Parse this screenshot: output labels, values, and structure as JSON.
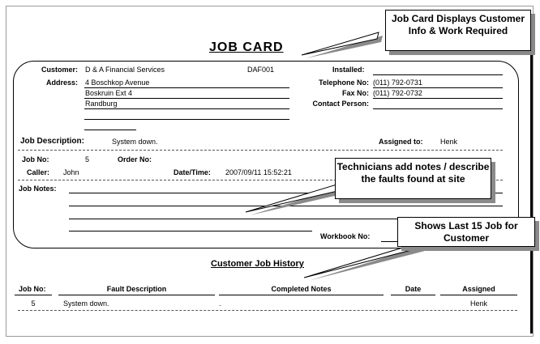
{
  "card": {
    "title": "JOB CARD",
    "customer_label": "Customer:",
    "customer": "D & A Financial Services",
    "code": "DAF001",
    "installed_label": "Installed:",
    "address_label": "Address:",
    "address_1": "4 Boschkop Avenue",
    "address_2": "Boskruin Ext 4",
    "address_3": "Randburg",
    "telephone_label": "Telephone No:",
    "telephone": "(011) 792-0731",
    "fax_label": "Fax No:",
    "fax": "(011) 792-0732",
    "contact_label": "Contact Person:",
    "job_description_label": "Job Description:",
    "job_description": "System down.",
    "assigned_label": "Assigned to:",
    "assigned": "Henk",
    "job_no_label": "Job No:",
    "job_no": "5",
    "order_no_label": "Order No:",
    "caller_label": "Caller:",
    "caller": "John",
    "datetime_label": "Date/Time:",
    "datetime": "2007/09/11 15:52:21",
    "job_notes_label": "Job Notes:",
    "workbook_label": "Workbook No:"
  },
  "history": {
    "title": "Customer Job History",
    "columns": [
      "Job No:",
      "Fault Description",
      "Completed Notes",
      "Date",
      "Assigned"
    ],
    "rows": [
      {
        "job_no": "5",
        "fault": "System down.",
        "notes": ".",
        "date": "",
        "assigned": "Henk"
      }
    ]
  },
  "callouts": {
    "info": "Job Card Displays Customer Info & Work Required",
    "notes": "Technicians add notes / describe the faults found at site",
    "history": "Shows Last 15 Job for Customer"
  },
  "colors": {
    "shadow": "#8a8a8a",
    "border": "#000000"
  }
}
